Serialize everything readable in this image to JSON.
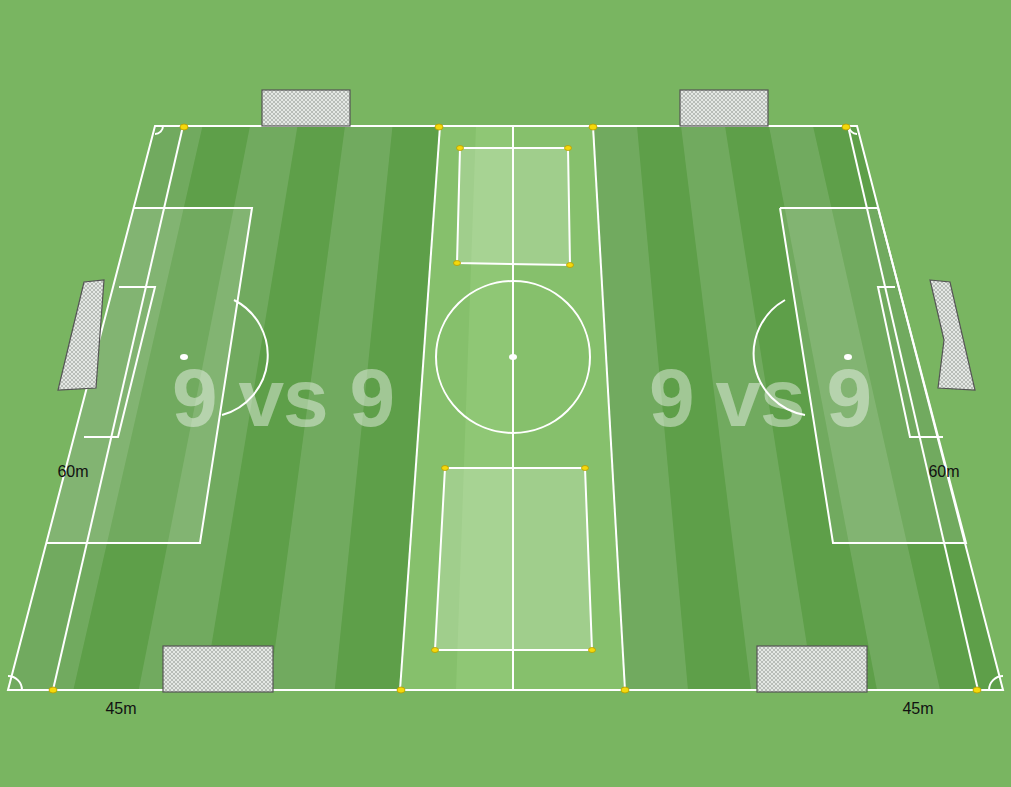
{
  "diagram": {
    "labels": [
      "9 vs 9",
      "9 vs 9",
      "60m",
      "60m",
      "45m",
      "45m"
    ]
  }
}
